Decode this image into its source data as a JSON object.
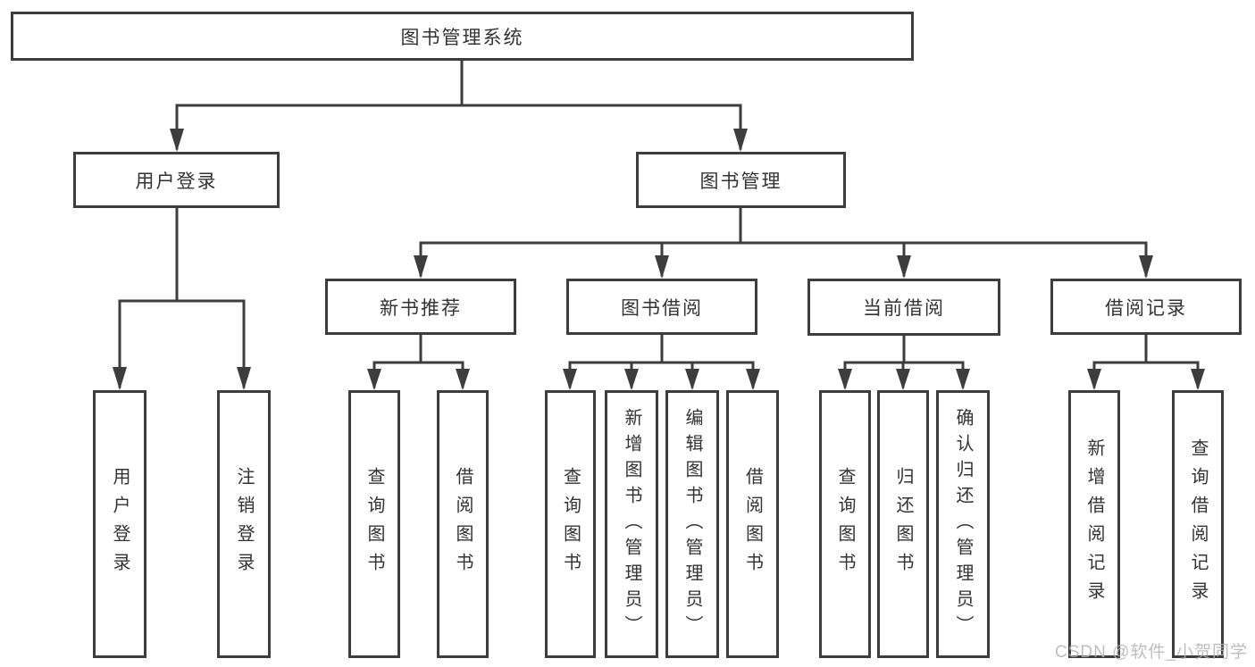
{
  "diagram": {
    "root": {
      "label": "图书管理系统"
    },
    "user_login": {
      "label": "用户登录",
      "children": [
        {
          "label": "用户登录"
        },
        {
          "label": "注销登录"
        }
      ]
    },
    "book_management": {
      "label": "图书管理",
      "sections": [
        {
          "label": "新书推荐",
          "children": [
            {
              "label": "查询图书"
            },
            {
              "label": "借阅图书"
            }
          ]
        },
        {
          "label": "图书借阅",
          "children": [
            {
              "label": "查询图书"
            },
            {
              "label": "新增图书（管理员）"
            },
            {
              "label": "编辑图书（管理员）"
            },
            {
              "label": "借阅图书"
            }
          ]
        },
        {
          "label": "当前借阅",
          "children": [
            {
              "label": "查询图书"
            },
            {
              "label": "归还图书"
            },
            {
              "label": "确认归还（管理员）"
            }
          ]
        },
        {
          "label": "借阅记录",
          "children": [
            {
              "label": "新增借阅记录"
            },
            {
              "label": "查询借阅记录"
            }
          ]
        }
      ]
    }
  },
  "watermark": {
    "text": "CSDN @软件_小贺同学"
  },
  "colors": {
    "line": "#3d3d3d",
    "text": "#333333",
    "watermark": "#b3b3b3",
    "background": "#ffffff"
  }
}
